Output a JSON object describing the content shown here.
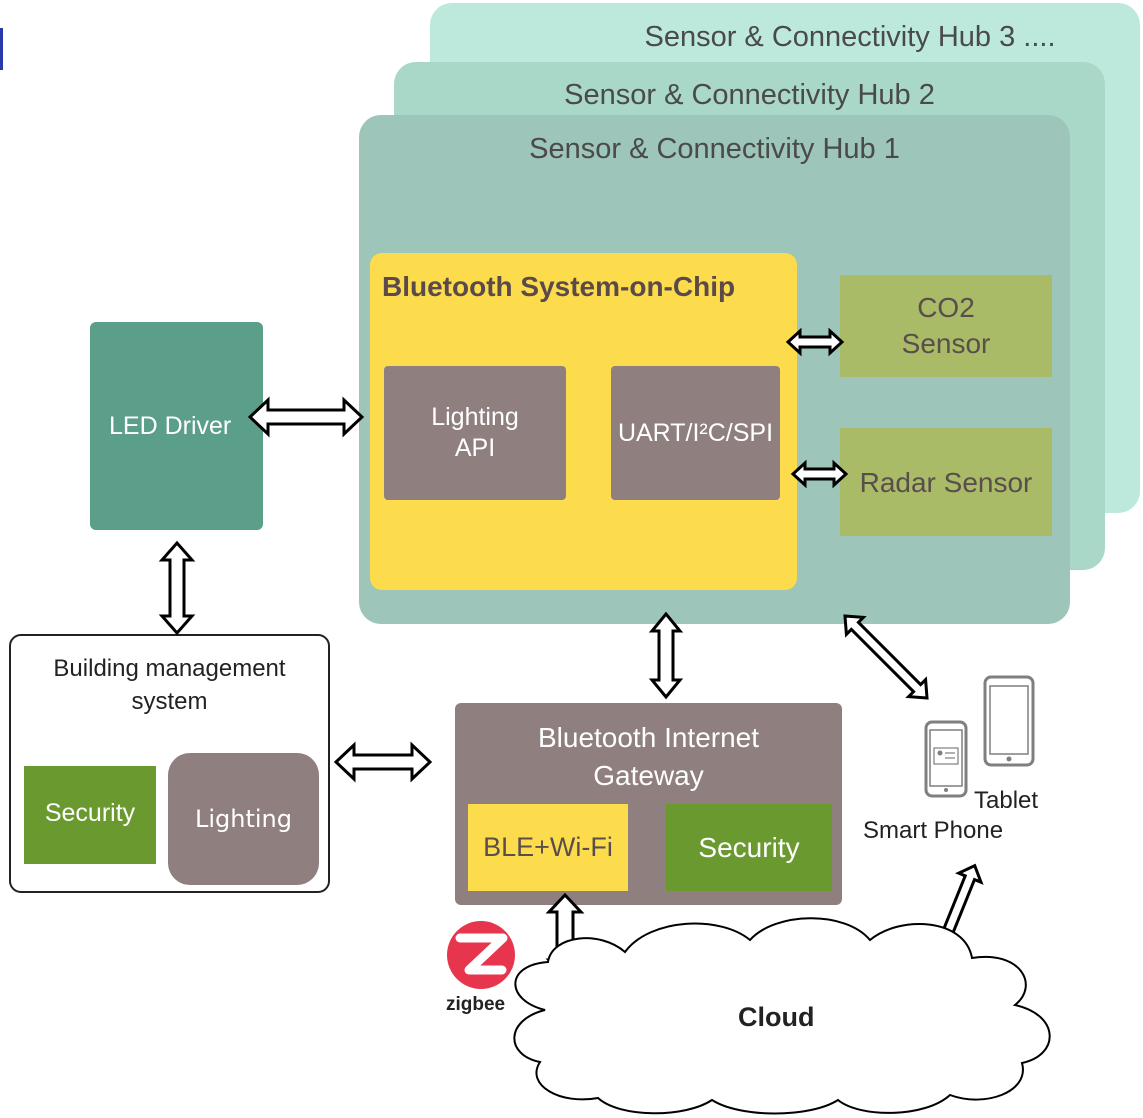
{
  "hubs": [
    {
      "title": "Sensor & Connectivity Hub 3 ....",
      "color": "#bde9dc"
    },
    {
      "title": "Sensor & Connectivity Hub 2",
      "color": "#a9d8c8"
    },
    {
      "title": "Sensor & Connectivity Hub 1",
      "color": "#9dc5b9"
    }
  ],
  "soc": {
    "title": "Bluetooth System-on-Chip",
    "lighting_api_line1": "Lighting",
    "lighting_api_line2": "API",
    "uart": "UART/I²C/SPI"
  },
  "sensors": {
    "co2_line1": "CO2",
    "co2_line2": "Sensor",
    "radar": "Radar Sensor"
  },
  "led_driver": "LED Driver",
  "bms": {
    "title_line1": "Building management",
    "title_line2": "system",
    "security": "Security",
    "lighting": "Lighting"
  },
  "gateway": {
    "title_line1": "Bluetooth Internet",
    "title_line2": "Gateway",
    "ble_wifi": "BLE+Wi-Fi",
    "security": "Security"
  },
  "devices": {
    "tablet": "Tablet",
    "smart_phone": "Smart Phone"
  },
  "cloud": "Cloud",
  "zigbee": "zigbee",
  "colors": {
    "yellow": "#fcdc4d",
    "mauve": "#8f7f7f",
    "teal_dark": "#5b9e8a",
    "olive": "#a9bb66",
    "green": "#6a9a2f"
  }
}
